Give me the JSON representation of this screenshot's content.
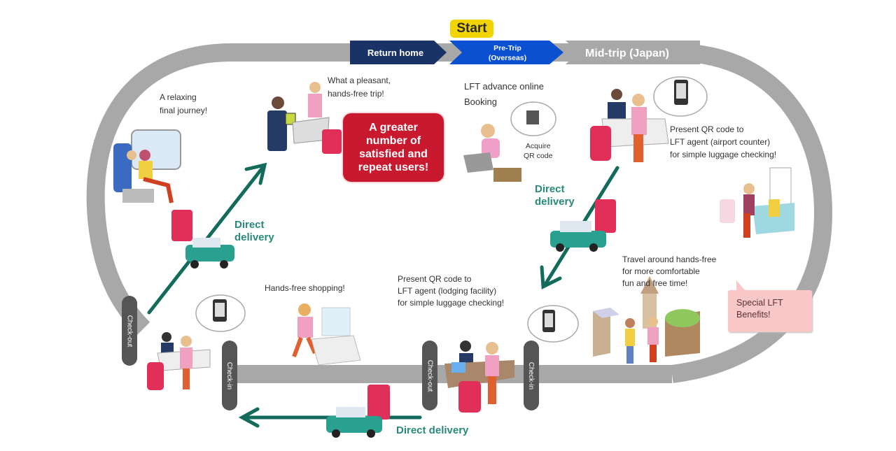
{
  "title": "LFT hands-free luggage service journey",
  "start_label": "Start",
  "stages": [
    {
      "label": "Return home",
      "color": "#1a3366"
    },
    {
      "label_line1": "Pre-Trip",
      "label_line2": "(Overseas)",
      "color": "#0a50d0"
    },
    {
      "label": "Mid-trip (Japan)",
      "color": "#a8a8a8"
    }
  ],
  "callouts": {
    "relaxing": [
      "A relaxing",
      "final journey!"
    ],
    "pleasant": [
      "What a pleasant,",
      "hands-free trip!"
    ],
    "greater": [
      "A greater",
      "number of",
      "satisfied and",
      "repeat users!"
    ],
    "booking": [
      "LFT advance online",
      "Booking"
    ],
    "acquire": [
      "Acquire",
      "QR code"
    ],
    "airport": [
      "Present QR code to",
      "LFT agent (airport counter)",
      "for simple luggage checking!"
    ],
    "travel": [
      "Travel around hands-free",
      "for more comfortable",
      "fun and free time!"
    ],
    "special": [
      "Special LFT",
      "Benefits!"
    ],
    "lodging": [
      "Present QR code to",
      "LFT agent (lodging facility)",
      "for simple luggage checking!"
    ],
    "shopping": "Hands-free shopping!"
  },
  "deliveries": {
    "left": [
      "Direct",
      "delivery"
    ],
    "right": [
      "Direct",
      "delivery"
    ],
    "bottom": "Direct delivery"
  },
  "checkpoints": {
    "left_checkout": "Check-out",
    "left_checkin": "Check-in",
    "mid_checkout": "Check-out",
    "mid_checkin": "Check-in"
  },
  "colors": {
    "track": "#a8a8a8",
    "arrow": "#136b5c",
    "delivery_text": "#2a8a7a",
    "accent_red": "#c8192e",
    "pink": "#f8c8c8",
    "start_yellow": "#f2d500",
    "suitcase": "#e0305a",
    "van": "#2aa090"
  }
}
